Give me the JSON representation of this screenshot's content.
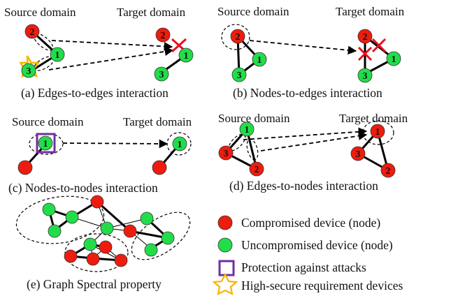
{
  "colors": {
    "compromised": "#ee1c0e",
    "uncompromised": "#22dd4a",
    "protection": "#7030a0",
    "high_secure": "#f7b500",
    "cross": "#e8101f"
  },
  "icons": {
    "compromised_node": "red-circle",
    "uncompromised_node": "green-circle",
    "protection": "purple-square",
    "high_secure": "orange-star",
    "blocked": "red-x-mark"
  },
  "panels": {
    "a": {
      "source_label": "Source domain",
      "target_label": "Target domain",
      "caption": "(a) Edges-to-edges interaction",
      "node_labels": [
        "2",
        "1",
        "3",
        "2",
        "1",
        "3"
      ]
    },
    "b": {
      "source_label": "Source domain",
      "target_label": "Target domain",
      "caption": "(b) Nodes-to-edges interaction",
      "node_labels": [
        "2",
        "1",
        "3",
        "2",
        "1",
        "3"
      ]
    },
    "c": {
      "source_label": "Source domain",
      "target_label": "Target domain",
      "caption": "(c) Nodes-to-nodes interaction",
      "node_labels": [
        "1",
        "1"
      ]
    },
    "d": {
      "source_label": "Source domain",
      "target_label": "Target domain",
      "caption": "(d) Edges-to-nodes interaction",
      "node_labels": [
        "1",
        "3",
        "2",
        "1",
        "3",
        "2"
      ]
    },
    "e": {
      "caption": "(e) Graph Spectral property"
    }
  },
  "legend": {
    "compromised": "Compromised device (node)",
    "uncompromised": "Uncompromised device (node)",
    "protection": "Protection against attacks",
    "high_secure": "High-secure requirement devices"
  }
}
